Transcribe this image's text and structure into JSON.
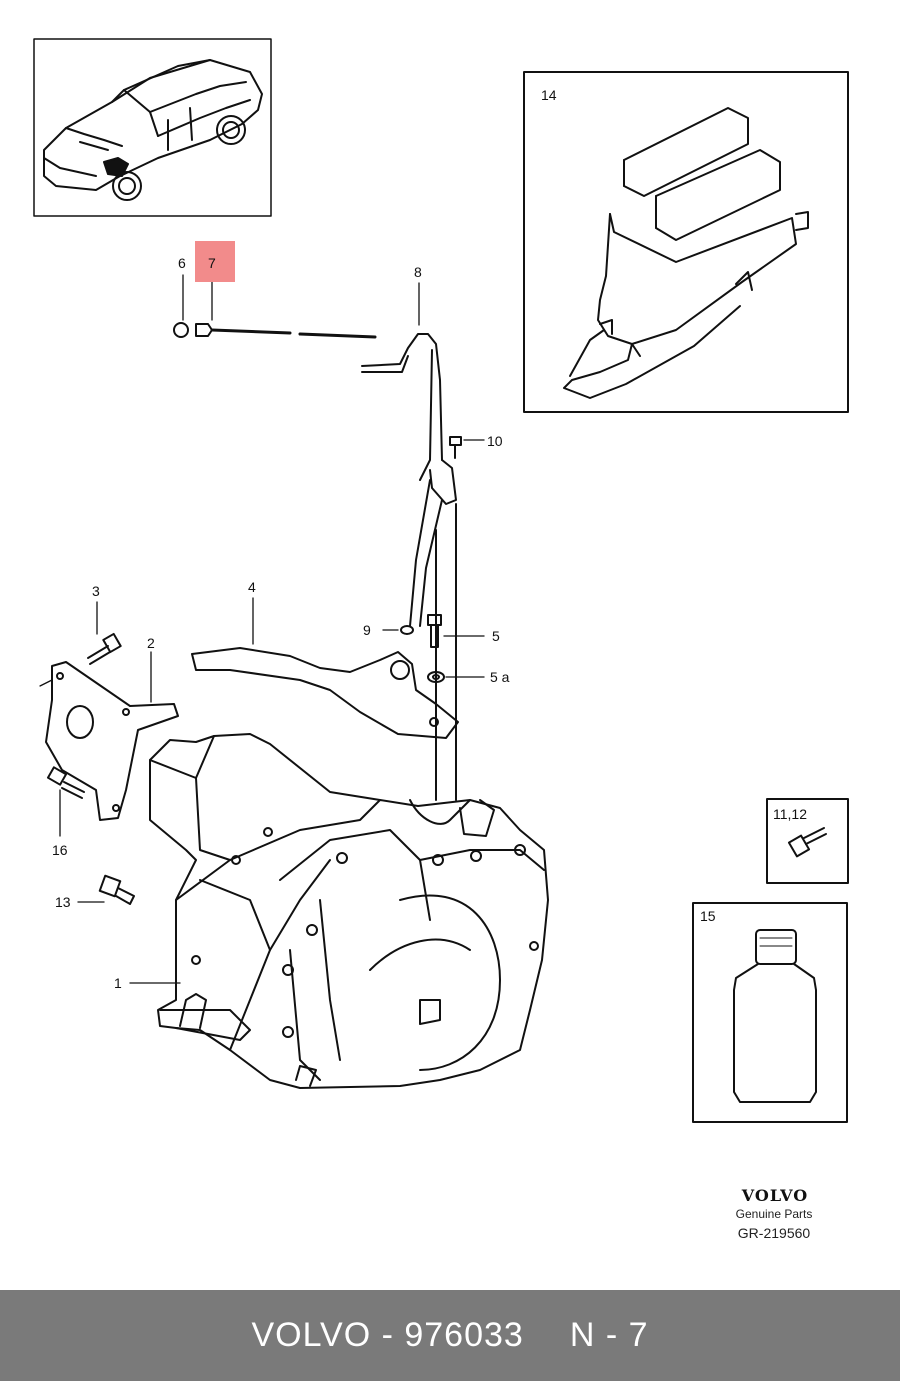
{
  "diagram": {
    "callouts": {
      "c1": "1",
      "c2": "2",
      "c3": "3",
      "c4": "4",
      "c5": "5",
      "c5a": "5 a",
      "c6": "6",
      "c7": "7",
      "c8": "8",
      "c9": "9",
      "c10": "10",
      "c11_12": "11,12",
      "c13": "13",
      "c14": "14",
      "c15": "15",
      "c16": "16"
    },
    "highlighted_callout": "7",
    "highlight_color": "#f28b8b",
    "icons": [
      "car-thumbnail-icon",
      "transmission-icon",
      "control-module-icon",
      "bolt-icon",
      "oil-bottle-icon",
      "dipstick-tube-icon",
      "heat-shield-icon",
      "bracket-icon"
    ]
  },
  "brand": {
    "wordmark": "VOLVO",
    "subtitle": "Genuine Parts",
    "code": "GR-219560"
  },
  "footer": {
    "brand": "VOLVO - 976033",
    "ref": "N - 7",
    "background": "#7a7a7a",
    "text_color": "#ffffff"
  }
}
